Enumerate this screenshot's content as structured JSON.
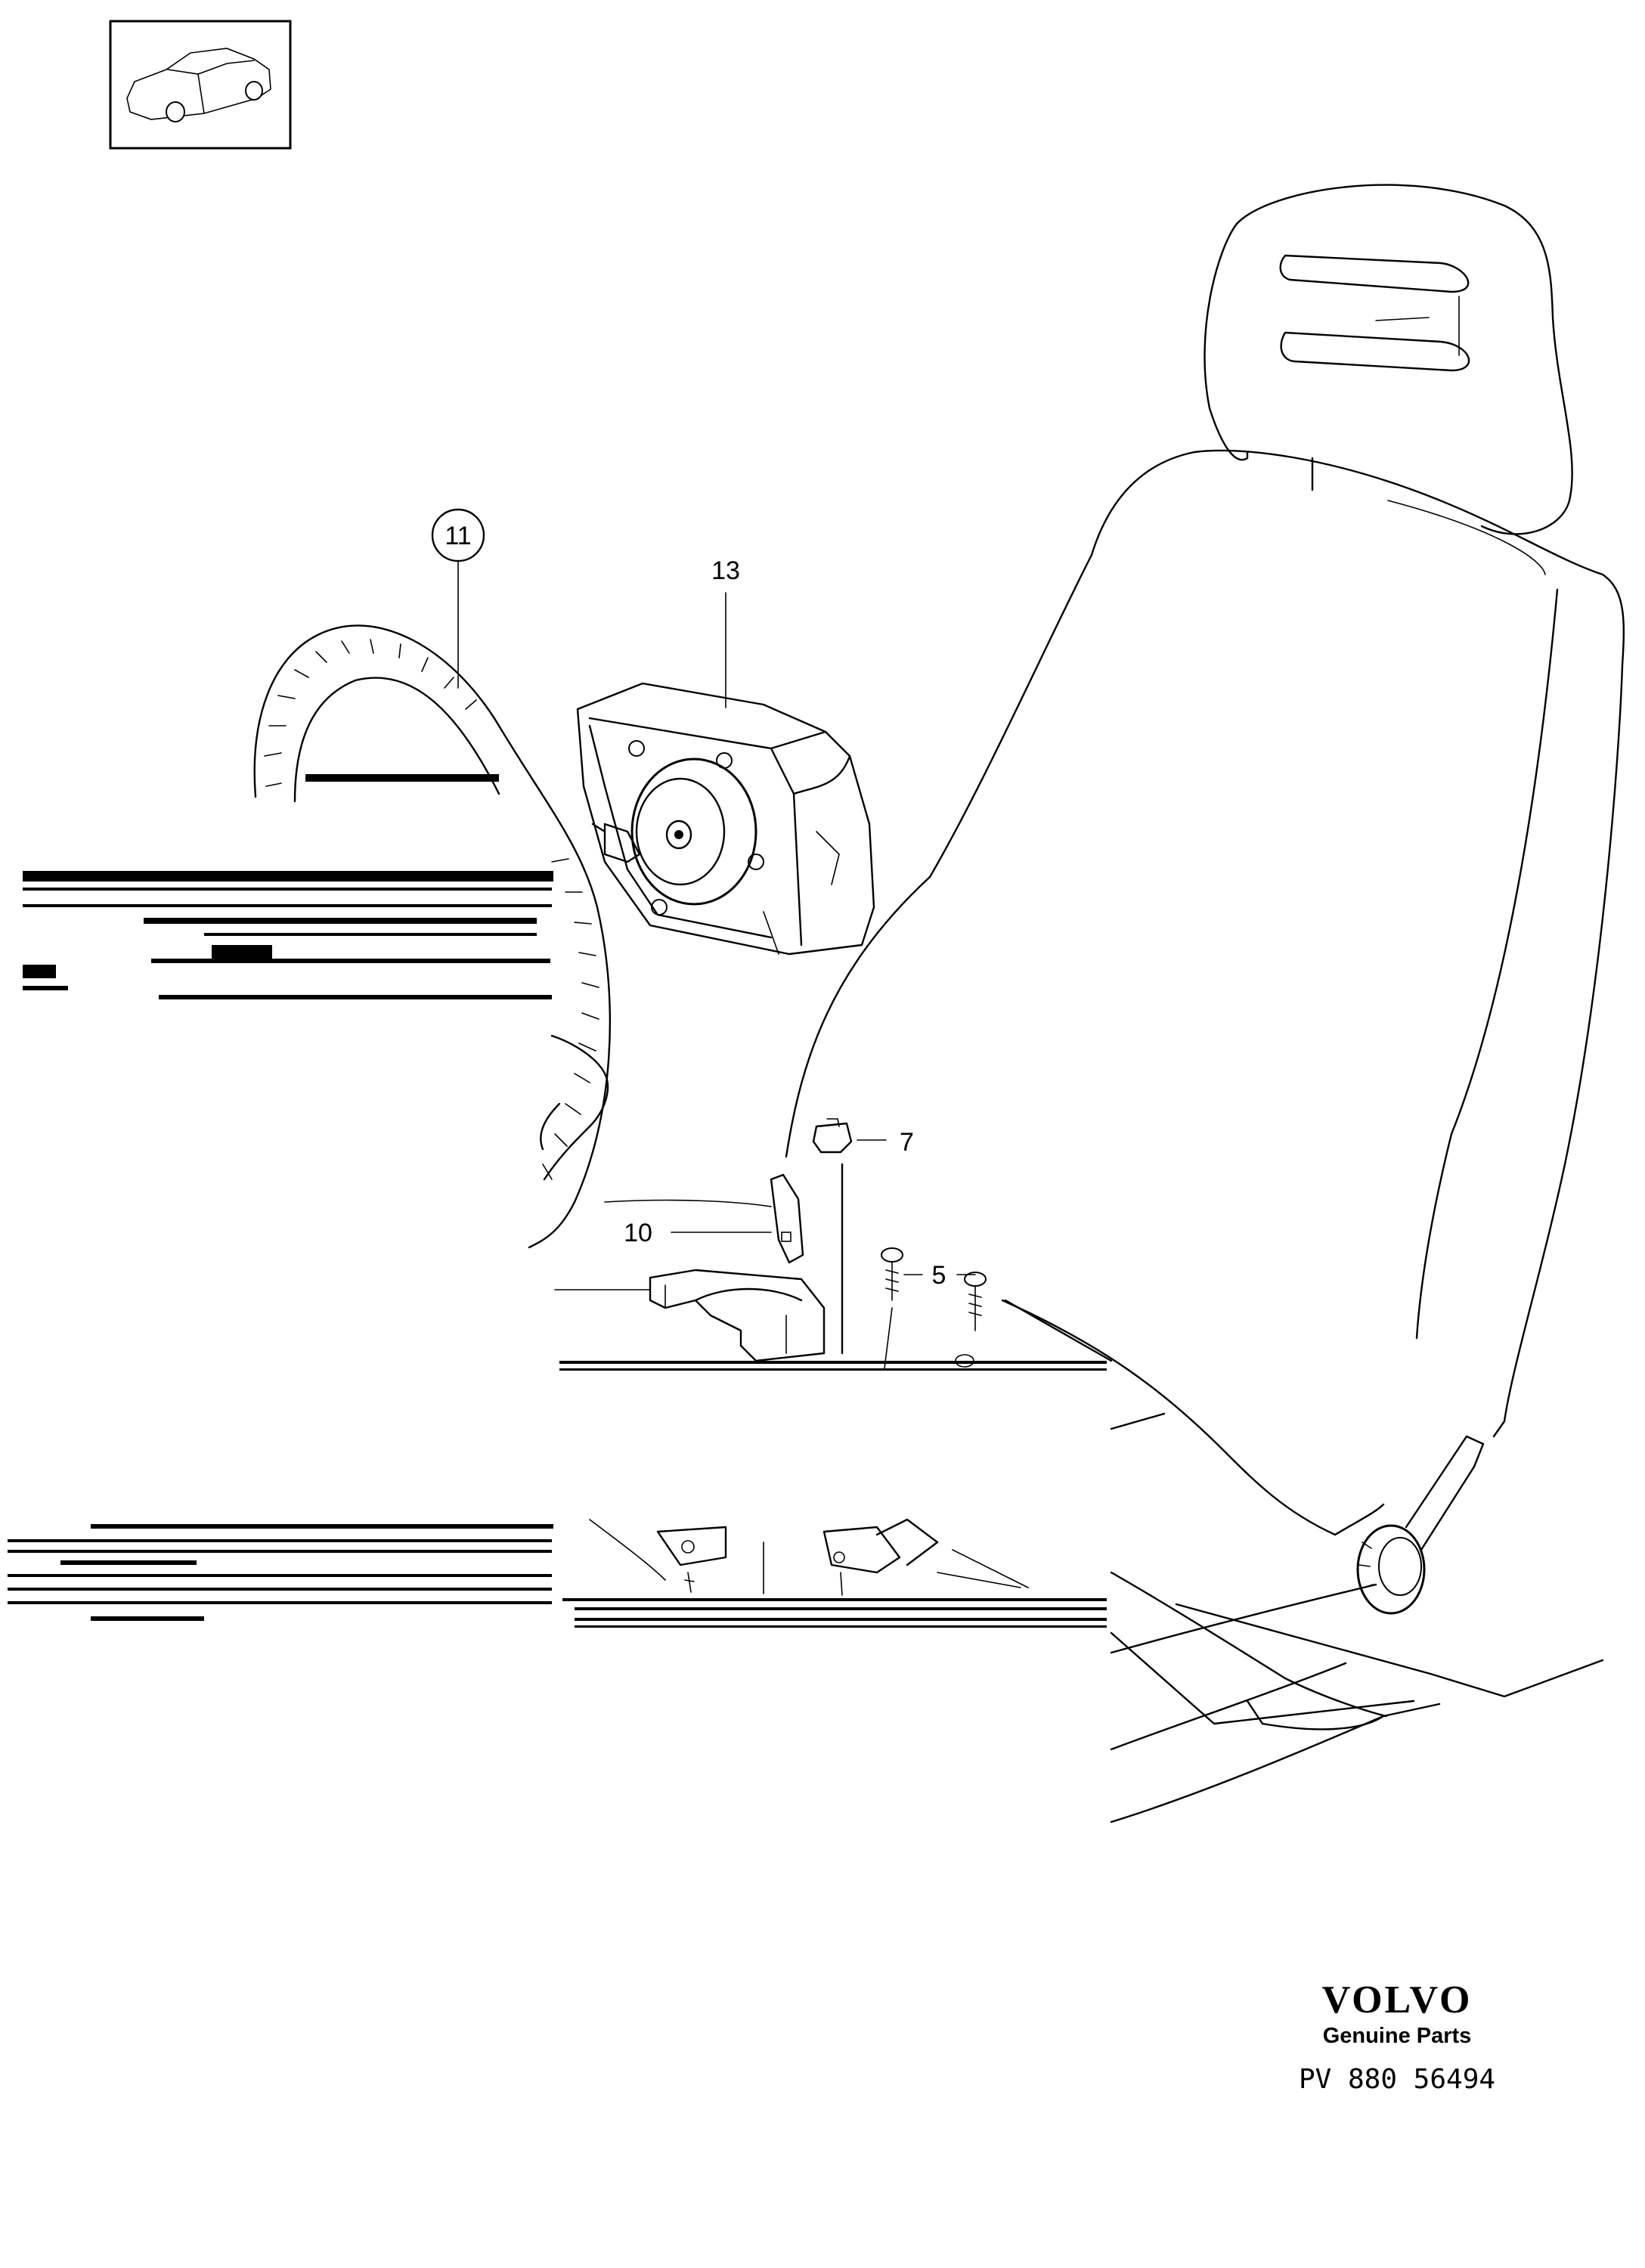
{
  "diagram": {
    "thumbnail_icon": "car-sedan-icon",
    "callouts": {
      "c11": "11",
      "c13": "13",
      "c7": "7",
      "c10": "10",
      "c5": "5"
    },
    "branding": {
      "brand": "VOLVO",
      "genuine": "Genuine Parts",
      "part_number": "PV 880 56494"
    }
  }
}
